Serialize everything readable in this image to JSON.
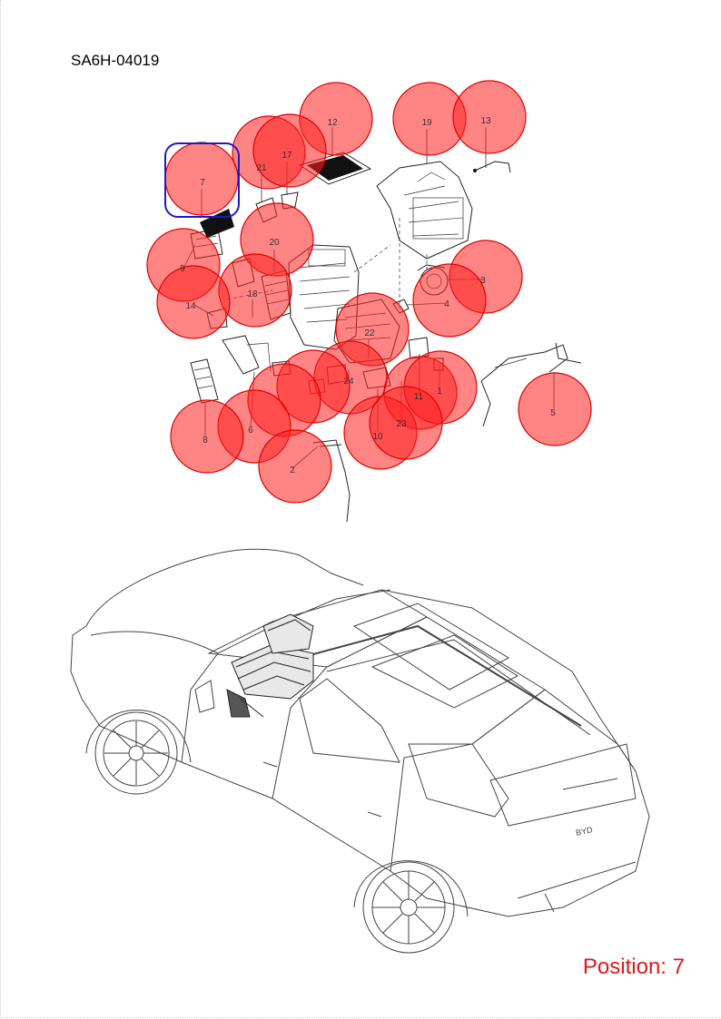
{
  "document": {
    "code": "SA6H-04019",
    "position_label": "Position: 7"
  },
  "diagram": {
    "selected_callout": "7",
    "marker_color": "#ff2020",
    "selection_color": "#1a1acc",
    "position_text_color": "#e01818",
    "callouts": [
      "12",
      "19",
      "13",
      "17",
      "21",
      "7",
      "20",
      "9",
      "3",
      "18",
      "14",
      "4",
      "22",
      "24",
      "11",
      "1",
      "5",
      "6",
      "8",
      "10",
      "23",
      "2"
    ]
  },
  "vehicle": {
    "brand_badge": "BYD"
  }
}
